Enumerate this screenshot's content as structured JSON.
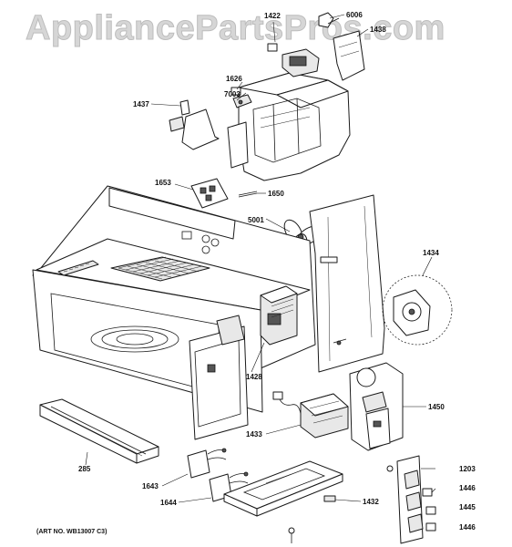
{
  "watermark": "AppliancePartsPros.com",
  "art_number": "(ART NO. WB13007 C3)",
  "parts": [
    {
      "id": "1422"
    },
    {
      "id": "6006"
    },
    {
      "id": "1438"
    },
    {
      "id": "1626"
    },
    {
      "id": "7003"
    },
    {
      "id": "1437"
    },
    {
      "id": "1653"
    },
    {
      "id": "1650"
    },
    {
      "id": "5001"
    },
    {
      "id": "1434"
    },
    {
      "id": "1428"
    },
    {
      "id": "1450"
    },
    {
      "id": "1433"
    },
    {
      "id": "285"
    },
    {
      "id": "1643"
    },
    {
      "id": "1644"
    },
    {
      "id": "1432"
    },
    {
      "id": "1203"
    },
    {
      "id": "1446"
    },
    {
      "id": "1445"
    },
    {
      "id": "1446"
    }
  ]
}
